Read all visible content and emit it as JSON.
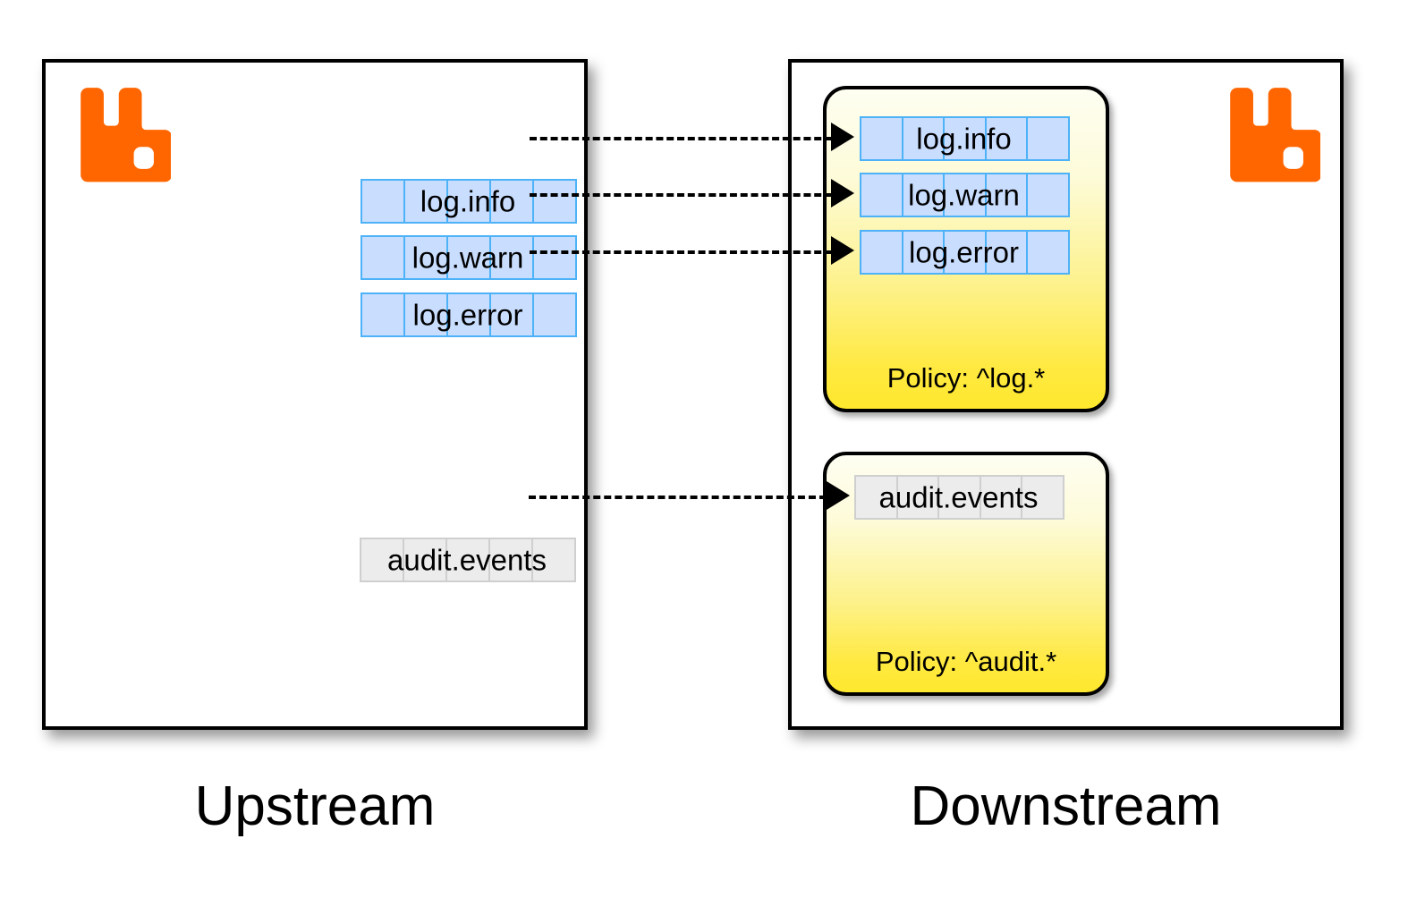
{
  "diagram": {
    "title": "RabbitMQ federation / shovel policy diagram",
    "background": "#ffffff"
  },
  "colors": {
    "brand_orange": "#FF6600",
    "queue_blue_fill": "#c9deff",
    "queue_blue_border": "#4db2f7",
    "queue_gray_fill": "#ececec",
    "queue_gray_border": "#cfcfcf",
    "policy_yellow": "#FFE82E",
    "outline": "#000000"
  },
  "panels": [
    {
      "id": "upstream",
      "caption": "Upstream",
      "logo_icon": "rabbitmq-logo-icon",
      "queues": [
        {
          "name": "log.info",
          "style": "blue",
          "cells": 5
        },
        {
          "name": "log.warn",
          "style": "blue",
          "cells": 5
        },
        {
          "name": "log.error",
          "style": "blue",
          "cells": 5
        },
        {
          "name": "audit.events",
          "style": "gray",
          "cells": 5
        }
      ]
    },
    {
      "id": "downstream",
      "caption": "Downstream",
      "logo_icon": "rabbitmq-logo-icon",
      "policy_groups": [
        {
          "label": "Policy: ^log.*",
          "pattern": "^log.*",
          "queues": [
            {
              "name": "log.info",
              "style": "blue",
              "cells": 5
            },
            {
              "name": "log.warn",
              "style": "blue",
              "cells": 5
            },
            {
              "name": "log.error",
              "style": "blue",
              "cells": 5
            }
          ]
        },
        {
          "label": "Policy: ^audit.*",
          "pattern": "^audit.*",
          "queues": [
            {
              "name": "audit.events",
              "style": "gray",
              "cells": 5
            }
          ]
        }
      ]
    }
  ],
  "connectors": [
    {
      "from": "log.info",
      "to": "log.info",
      "style": "dotted",
      "arrow": "right"
    },
    {
      "from": "log.warn",
      "to": "log.warn",
      "style": "dotted",
      "arrow": "right"
    },
    {
      "from": "log.error",
      "to": "log.error",
      "style": "dotted",
      "arrow": "right"
    },
    {
      "from": "audit.events",
      "to": "audit.events",
      "style": "dotted",
      "arrow": "right"
    }
  ]
}
